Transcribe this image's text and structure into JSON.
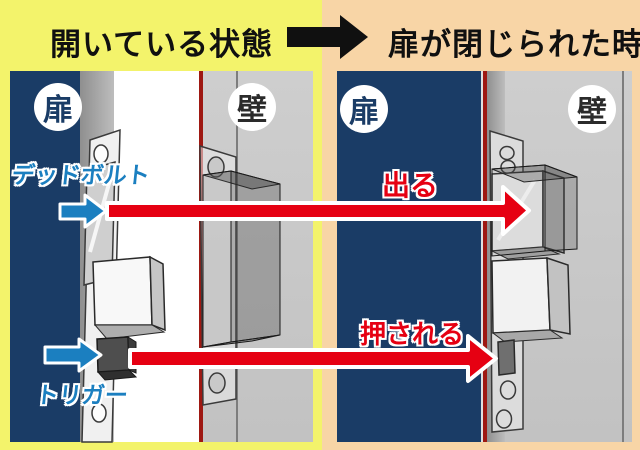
{
  "header": {
    "left_title": "開いている状態",
    "right_title": "扉が閉じられた時"
  },
  "panels": {
    "open": {
      "name": "open-state",
      "door_badge": "扉",
      "wall_badge": "壁",
      "deadbolt_label": "デッドボルト",
      "trigger_label": "トリガー"
    },
    "closed": {
      "name": "door-closed",
      "door_badge": "扉",
      "wall_badge": "壁",
      "deadbolt_action_label": "出る",
      "trigger_action_label": "押される"
    }
  },
  "icons": {
    "header_arrow": "black-right-arrow",
    "deadbolt_motion_arrow": "red-right-arrow",
    "trigger_motion_arrow": "red-right-arrow",
    "deadbolt_pointer": "blue-right-arrow",
    "trigger_pointer": "blue-right-arrow"
  },
  "colors": {
    "bg_left": "#f3f36b",
    "bg_right": "#f8d5a6",
    "door_navy": "#1a3c66",
    "arrow_red": "#e60012",
    "pointer_blue": "#1b7fc0",
    "frame_dark_red": "#9e1812",
    "wall_gray": "#c8c8c8"
  }
}
